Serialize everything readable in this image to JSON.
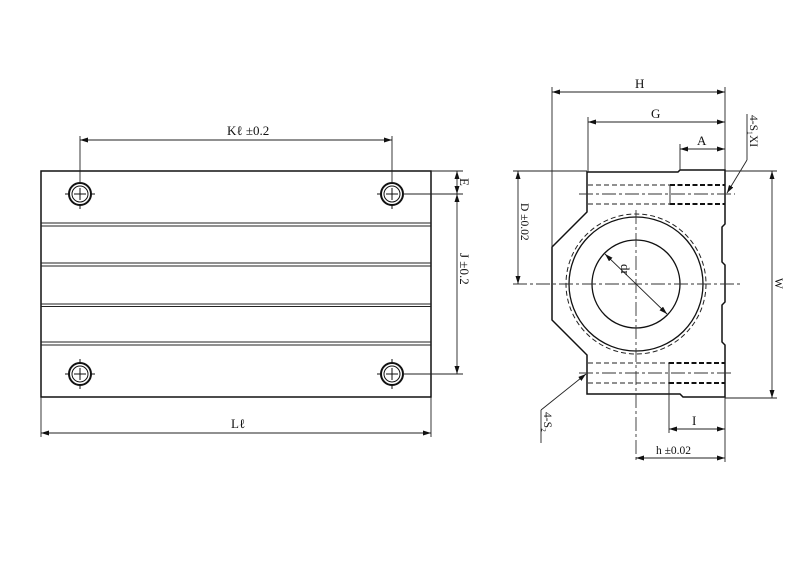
{
  "drawing": {
    "title": "Linear bearing slide block – technical drawing",
    "front_view": {
      "labels": {
        "kl": "Kℓ ±0.2",
        "e": "E",
        "j": "J ±0.2",
        "ll": "Lℓ"
      }
    },
    "side_view": {
      "labels": {
        "h_total": "H",
        "g": "G",
        "a": "A",
        "s1": "4-S₁XI",
        "d": "D ±0.02",
        "dr": "dr",
        "w": "W",
        "s2": "4-S₂",
        "i": "I",
        "h": "h ±0.02"
      }
    },
    "colors": {
      "line": "#111111",
      "background": "#ffffff"
    }
  }
}
